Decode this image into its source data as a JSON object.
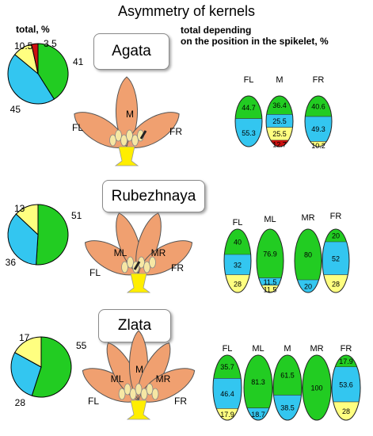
{
  "title": "Asymmetry of kernels",
  "total_label": "total, %",
  "position_label": "total depending\non the position in the spikelet, %",
  "colors": {
    "green": "#22cc22",
    "cyan": "#33c6f0",
    "yellow": "#ffff80",
    "red": "#cc1111",
    "petal": "#f0a070",
    "kernel": "#f6e7a4",
    "stem": "#ffee00"
  },
  "chart_data": {
    "type": "pie",
    "varieties": [
      {
        "name": "Agata",
        "total": {
          "labels": [
            "41",
            "45",
            "10.5",
            "3.5"
          ],
          "values": [
            41,
            45,
            10.5,
            3.5
          ],
          "colors": [
            "green",
            "cyan",
            "yellow",
            "red"
          ]
        },
        "positions": [
          {
            "label": "FL",
            "segments": [
              {
                "value": 44.7,
                "color": "green",
                "text": "44.7"
              },
              {
                "value": 55.3,
                "color": "cyan",
                "text": "55.3"
              }
            ]
          },
          {
            "label": "M",
            "segments": [
              {
                "value": 36.4,
                "color": "green",
                "text": "36.4"
              },
              {
                "value": 25.5,
                "color": "cyan",
                "text": "25.5"
              },
              {
                "value": 25.5,
                "color": "yellow",
                "text": "25.5"
              },
              {
                "value": 12.7,
                "color": "red",
                "text": "12.7"
              }
            ]
          },
          {
            "label": "FR",
            "segments": [
              {
                "value": 40.6,
                "color": "green",
                "text": "40.6"
              },
              {
                "value": 49.3,
                "color": "cyan",
                "text": "49.3"
              },
              {
                "value": 10.2,
                "color": "yellow",
                "text": "10.2"
              }
            ]
          }
        ]
      },
      {
        "name": "Rubezhnaya",
        "total": {
          "labels": [
            "51",
            "36",
            "13"
          ],
          "values": [
            51,
            36,
            13
          ],
          "colors": [
            "green",
            "cyan",
            "yellow"
          ]
        },
        "positions": [
          {
            "label": "FL",
            "segments": [
              {
                "value": 40,
                "color": "green",
                "text": "40"
              },
              {
                "value": 32,
                "color": "cyan",
                "text": "32"
              },
              {
                "value": 28,
                "color": "yellow",
                "text": "28"
              }
            ]
          },
          {
            "label": "ML",
            "segments": [
              {
                "value": 76.9,
                "color": "green",
                "text": "76.9"
              },
              {
                "value": 11.5,
                "color": "cyan",
                "text": "11.5"
              },
              {
                "value": 11.5,
                "color": "yellow",
                "text": "11.5"
              }
            ]
          },
          {
            "label": "MR",
            "segments": [
              {
                "value": 80,
                "color": "green",
                "text": "80"
              },
              {
                "value": 20,
                "color": "cyan",
                "text": "20"
              }
            ]
          },
          {
            "label": "FR",
            "segments": [
              {
                "value": 20,
                "color": "green",
                "text": "20"
              },
              {
                "value": 52,
                "color": "cyan",
                "text": "52"
              },
              {
                "value": 28,
                "color": "yellow",
                "text": "28"
              }
            ]
          }
        ]
      },
      {
        "name": "Zlata",
        "total": {
          "labels": [
            "55",
            "28",
            "17"
          ],
          "values": [
            55,
            28,
            17
          ],
          "colors": [
            "green",
            "cyan",
            "yellow"
          ]
        },
        "positions": [
          {
            "label": "FL",
            "segments": [
              {
                "value": 35.7,
                "color": "green",
                "text": "35.7"
              },
              {
                "value": 46.4,
                "color": "cyan",
                "text": "46.4"
              },
              {
                "value": 17.9,
                "color": "yellow",
                "text": "17.9"
              }
            ]
          },
          {
            "label": "ML",
            "segments": [
              {
                "value": 81.3,
                "color": "green",
                "text": "81.3"
              },
              {
                "value": 18.7,
                "color": "cyan",
                "text": "18.7"
              }
            ]
          },
          {
            "label": "M",
            "segments": [
              {
                "value": 61.5,
                "color": "green",
                "text": "61.5"
              },
              {
                "value": 38.5,
                "color": "cyan",
                "text": "38.5"
              }
            ]
          },
          {
            "label": "MR",
            "segments": [
              {
                "value": 100,
                "color": "green",
                "text": "100"
              }
            ]
          },
          {
            "label": "FR",
            "segments": [
              {
                "value": 17.9,
                "color": "green",
                "text": "17.9"
              },
              {
                "value": 53.6,
                "color": "cyan",
                "text": "53.6"
              },
              {
                "value": 28,
                "color": "yellow",
                "text": "28"
              }
            ]
          }
        ]
      }
    ],
    "spikelets": [
      {
        "petals": [
          "FL",
          "M",
          "FR"
        ]
      },
      {
        "petals": [
          "FL",
          "ML",
          "MR",
          "FR"
        ]
      },
      {
        "petals": [
          "FL",
          "ML",
          "M",
          "MR",
          "FR"
        ]
      }
    ]
  }
}
